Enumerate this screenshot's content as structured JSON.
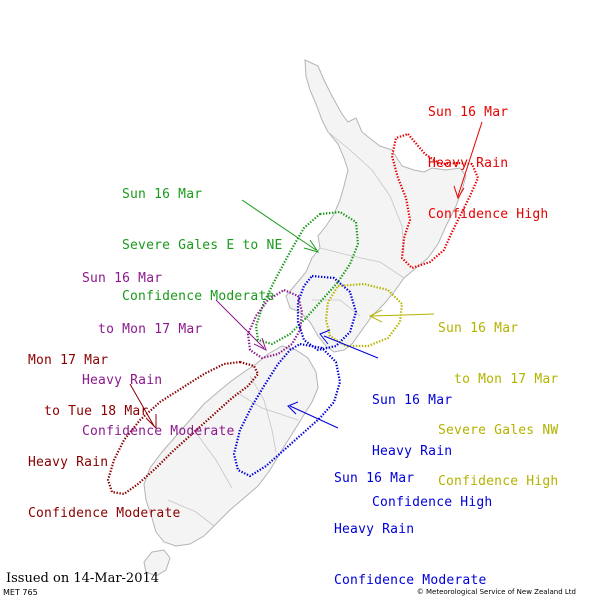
{
  "colors": {
    "red": "#e60000",
    "green": "#1a9a1a",
    "purple": "#8c1a8c",
    "maroon": "#8b0000",
    "olive": "#b3b300",
    "blue": "#0000d9",
    "land_outline": "#b4b4b4",
    "land_fill": "#f4f4f4"
  },
  "warnings": [
    {
      "id": "red",
      "lines": [
        "Sun 16 Mar",
        "Heavy Rain",
        "Confidence High"
      ]
    },
    {
      "id": "green",
      "lines": [
        "Sun 16 Mar",
        "Severe Gales E to NE",
        "Confidence Moderate"
      ]
    },
    {
      "id": "purple",
      "lines": [
        "Sun 16 Mar",
        "  to Mon 17 Mar",
        "Heavy Rain",
        "Confidence Moderate"
      ]
    },
    {
      "id": "maroon",
      "lines": [
        "Mon 17 Mar",
        "  to Tue 18 Mar",
        "Heavy Rain",
        "Confidence Moderate"
      ]
    },
    {
      "id": "olive",
      "lines": [
        "Sun 16 Mar",
        "  to Mon 17 Mar",
        "Severe Gales NW",
        "Confidence High"
      ]
    },
    {
      "id": "blue_high",
      "lines": [
        "Sun 16 Mar",
        "Heavy Rain",
        "Confidence High"
      ]
    },
    {
      "id": "blue_mod",
      "lines": [
        "Sun 16 Mar",
        "Heavy Rain",
        "Confidence Moderate"
      ]
    }
  ],
  "footer": {
    "issued": "Issued on 14-Mar-2014",
    "code": "MET 765",
    "copyright": "© Meteorological Service of New Zealand Ltd"
  }
}
